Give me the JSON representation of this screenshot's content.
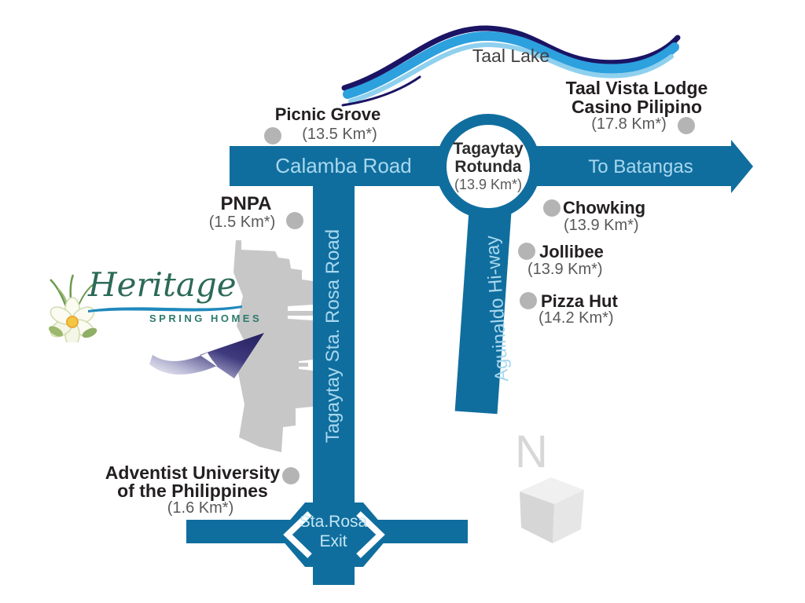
{
  "lake": {
    "label": "Taal Lake"
  },
  "roads": {
    "calamba": {
      "label": "Calamba Road"
    },
    "to_batangas": {
      "label": "To Batangas"
    },
    "tagaytay_sta_rosa": {
      "label": "Tagaytay Sta. Rosa Road"
    },
    "aguinaldo": {
      "label": "Aguinaldo Hi-way"
    },
    "sta_rosa_exit": {
      "line1": "Sta.Rosa",
      "line2": "Exit"
    }
  },
  "rotunda": {
    "line1": "Tagaytay",
    "line2": "Rotunda",
    "distance": "(13.9 Km*)"
  },
  "landmarks": [
    {
      "id": "picnic-grove",
      "name": "Picnic Grove",
      "distance": "(13.5 Km*)"
    },
    {
      "id": "taal-vista-lodge",
      "name": "Taal Vista Lodge",
      "name2": "Casino Pilipino",
      "distance": "(17.8 Km*)"
    },
    {
      "id": "pnpa",
      "name": "PNPA",
      "distance": "(1.5 Km*)"
    },
    {
      "id": "chowking",
      "name": "Chowking",
      "distance": "(13.9 Km*)"
    },
    {
      "id": "jollibee",
      "name": "Jollibee",
      "distance": "(13.9 Km*)"
    },
    {
      "id": "pizza-hut",
      "name": "Pizza Hut",
      "distance": "(14.2 Km*)"
    },
    {
      "id": "adventist-university",
      "name": "Adventist University",
      "name2": "of the Philippines",
      "distance": "(1.6 Km*)"
    }
  ],
  "logo": {
    "name": "Heritage",
    "subtitle": "SPRING HOMES"
  },
  "compass": {
    "label": "N"
  },
  "colors": {
    "road_blue": "#106e9e",
    "road_label_blue": "#a8d8ef",
    "landmark_name": "#231f20",
    "distance_gray": "#58595a",
    "marker_gray": "#b4b4b5",
    "property_gray": "#c7c7c8",
    "wave_navy": "#1b1464",
    "wave_blue": "#2da0de",
    "wave_light_blue": "#8fd0ee",
    "arrow_navy": "#241f5c",
    "logo_green": "#2d6a58",
    "logo_teal": "#2d7a6c",
    "logo_swoosh_blue": "#2089bd",
    "compass_gray": "#d7d7d8"
  }
}
